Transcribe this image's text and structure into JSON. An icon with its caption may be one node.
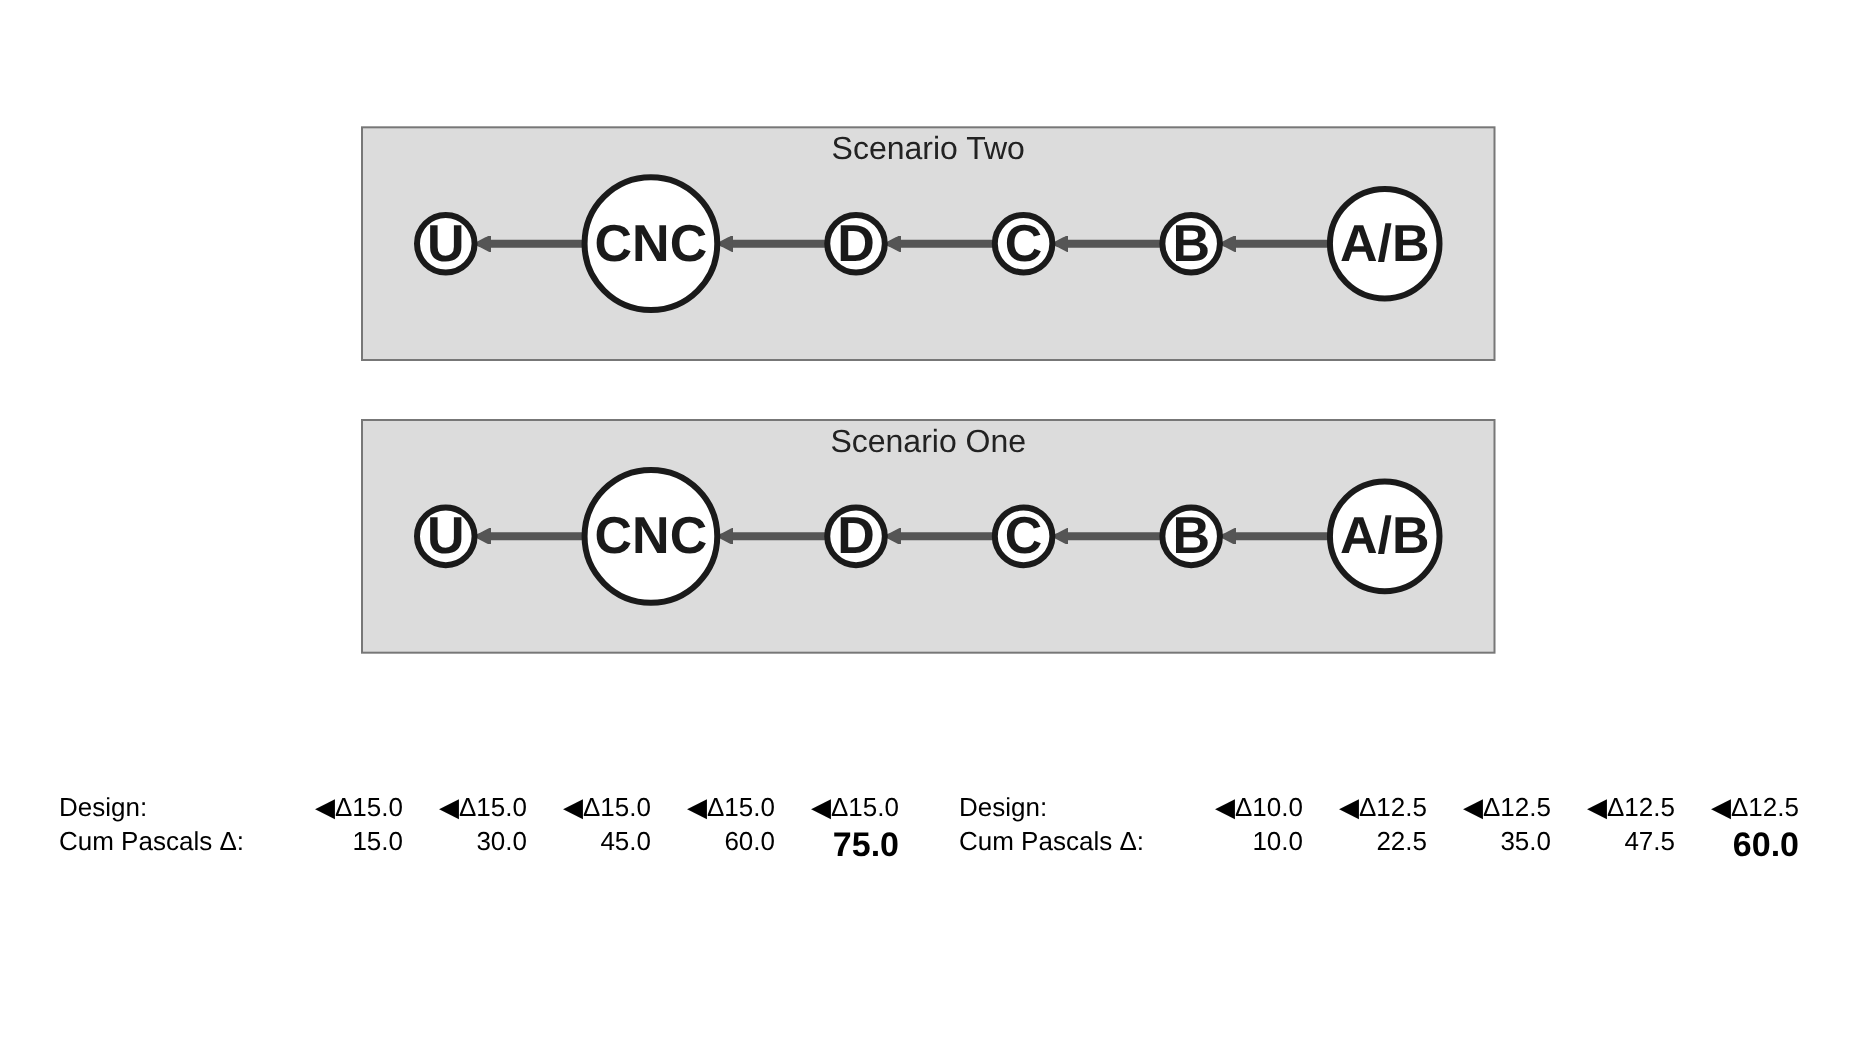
{
  "diagram": {
    "nodes": [
      {
        "text": [
          "Scenario One"
        ]
      },
      {
        "text": [
          "U"
        ],
        "in": 0
      },
      {
        "text": [
          "CNC"
        ],
        "in": 0
      },
      {
        "text": [
          "D"
        ],
        "in": 0
      },
      {
        "text": [
          "C"
        ],
        "in": 0
      },
      {
        "text": [
          "B"
        ],
        "in": 0
      },
      {
        "text": [
          "A/B"
        ],
        "in": 0
      },
      {
        "text": [
          "Scenario Two"
        ]
      },
      {
        "text": [
          "U"
        ],
        "in": 7
      },
      {
        "text": [
          "CNC"
        ],
        "in": 7
      },
      {
        "text": [
          "D"
        ],
        "in": 7
      },
      {
        "text": [
          "C"
        ],
        "in": 7
      },
      {
        "text": [
          "B"
        ],
        "in": 7
      },
      {
        "text": [
          "A/B"
        ],
        "in": 7
      }
    ],
    "edges": [
      {
        "from": 6,
        "to": 5,
        "arrow": "to"
      },
      {
        "from": 5,
        "to": 4,
        "arrow": "to"
      },
      {
        "from": 4,
        "to": 3,
        "arrow": "to"
      },
      {
        "from": 3,
        "to": 2,
        "arrow": "to"
      },
      {
        "from": 2,
        "to": 1,
        "arrow": "to"
      },
      {
        "from": 13,
        "to": 12,
        "arrow": "to"
      },
      {
        "from": 12,
        "to": 11,
        "arrow": "to"
      },
      {
        "from": 11,
        "to": 10,
        "arrow": "to"
      },
      {
        "from": 10,
        "to": 9,
        "arrow": "to"
      },
      {
        "from": 9,
        "to": 8,
        "arrow": "to"
      }
    ],
    "labels": [
      "Design:",
      "◀Δ15.0",
      "◀Δ15.0",
      "◀Δ15.0",
      "◀Δ15.0",
      "◀Δ15.0",
      "Cum Pascals Δ:",
      "15.0",
      "30.0",
      "45.0",
      "60.0",
      "75.0",
      "Design:",
      "◀Δ10.0",
      "◀Δ12.5",
      "◀Δ12.5",
      "◀Δ12.5",
      "◀Δ12.5",
      "Cum Pascals Δ:",
      "10.0",
      "22.5",
      "35.0",
      "47.5",
      "60.0"
    ]
  }
}
